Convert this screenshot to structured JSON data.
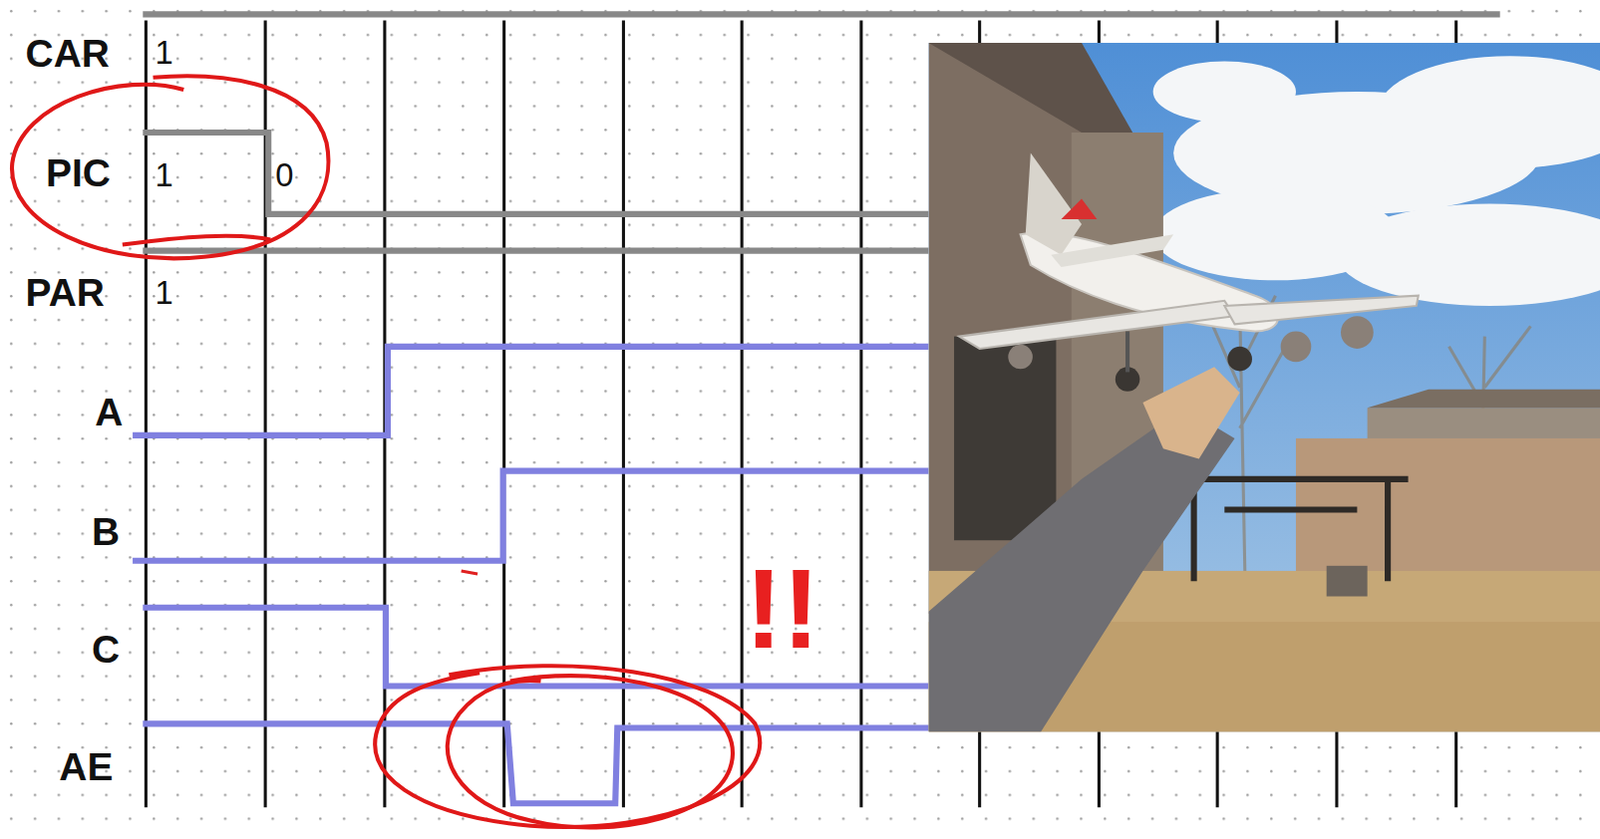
{
  "diagram": {
    "labels": [
      "CAR",
      "1",
      "PIC",
      "1",
      "0",
      "PAR",
      "1",
      "A",
      "B",
      "C",
      "AE",
      "!!"
    ]
  }
}
